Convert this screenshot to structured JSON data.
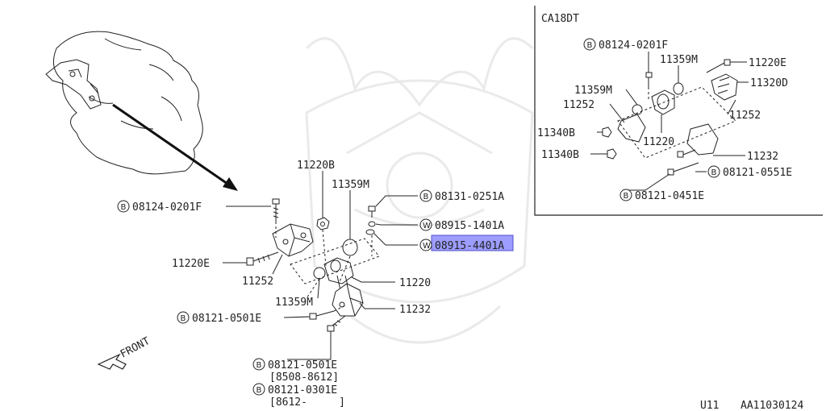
{
  "inset": {
    "title": "CA18DT",
    "callouts": [
      {
        "prefix": "B",
        "code": "08124-0201F"
      },
      {
        "prefix": "",
        "code": "11359M"
      },
      {
        "prefix": "",
        "code": "11220E"
      },
      {
        "prefix": "",
        "code": "11320D"
      },
      {
        "prefix": "",
        "code": "11359M"
      },
      {
        "prefix": "",
        "code": "11252"
      },
      {
        "prefix": "",
        "code": "11252"
      },
      {
        "prefix": "",
        "code": "11340B"
      },
      {
        "prefix": "",
        "code": "11220"
      },
      {
        "prefix": "",
        "code": "11340B"
      },
      {
        "prefix": "",
        "code": "11232"
      },
      {
        "prefix": "B",
        "code": "08121-0551E"
      },
      {
        "prefix": "B",
        "code": "08121-0451E"
      }
    ]
  },
  "main": {
    "callouts": [
      {
        "prefix": "",
        "code": "11220B"
      },
      {
        "prefix": "",
        "code": "11359M"
      },
      {
        "prefix": "B",
        "code": "08124-0201F"
      },
      {
        "prefix": "B",
        "code": "08131-0251A"
      },
      {
        "prefix": "W",
        "code": "08915-1401A"
      },
      {
        "prefix": "W",
        "code": "08915-4401A"
      },
      {
        "prefix": "",
        "code": "11220E"
      },
      {
        "prefix": "",
        "code": "11252"
      },
      {
        "prefix": "",
        "code": "11220"
      },
      {
        "prefix": "",
        "code": "11359M"
      },
      {
        "prefix": "",
        "code": "11232"
      },
      {
        "prefix": "B",
        "code": "08121-0501E"
      },
      {
        "prefix": "B",
        "code": "08121-0501E"
      },
      {
        "prefix": "",
        "code": "[8508-8612]"
      },
      {
        "prefix": "B",
        "code": "08121-0301E"
      },
      {
        "prefix": "",
        "code": "[8612-     ]"
      }
    ],
    "front_label": "FRONT"
  },
  "footer": {
    "section": "U11",
    "diagram_id": "AA11030124"
  },
  "highlight_color": "#8c8cff"
}
